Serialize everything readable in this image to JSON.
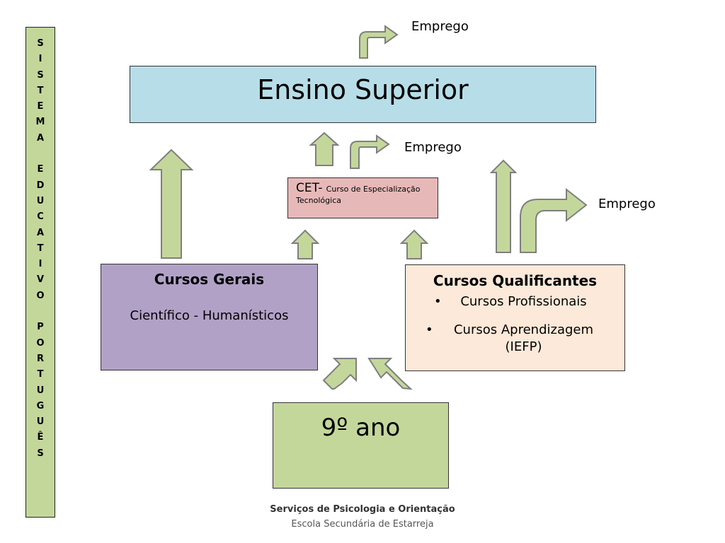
{
  "sidebar": {
    "letters": [
      "S",
      "I",
      "S",
      "T",
      "E",
      "M",
      "A",
      " ",
      "E",
      "D",
      "U",
      "C",
      "A",
      "T",
      "I",
      "V",
      "O",
      " ",
      "P",
      "O",
      "R",
      "T",
      "U",
      "G",
      "U",
      "Ê",
      "S"
    ]
  },
  "ensino_superior": {
    "label": "Ensino Superior"
  },
  "cet": {
    "abbr": "CET-",
    "name_part1": "Curso de Especialização",
    "name_part2": "Tecnológica"
  },
  "cursos_gerais": {
    "title": "Cursos Gerais",
    "subtitle": "Científico - Humanísticos"
  },
  "cursos_qualificantes": {
    "title": "Cursos Qualificantes",
    "bullet": "•",
    "items": [
      "Cursos Profissionais",
      "Cursos Aprendizagem",
      "(IEFP)"
    ]
  },
  "nono_ano": {
    "label": "9º ano"
  },
  "emprego": {
    "top": "Emprego",
    "middle": "Emprego",
    "right": "Emprego"
  },
  "footer": {
    "line1": "Serviços de Psicologia e Orientação",
    "line2": "Escola Secundária de Estarreja"
  },
  "colors": {
    "sidebar": "#c4d79b",
    "ensino_superior": "#b7dee8",
    "cet": "#e6b9b8",
    "cursos_gerais": "#b2a1c7",
    "cursos_qualificantes": "#fde9d9",
    "nono_ano": "#c4d79b",
    "arrow_fill": "#c4d79b",
    "arrow_stroke": "#7f7f7f"
  }
}
